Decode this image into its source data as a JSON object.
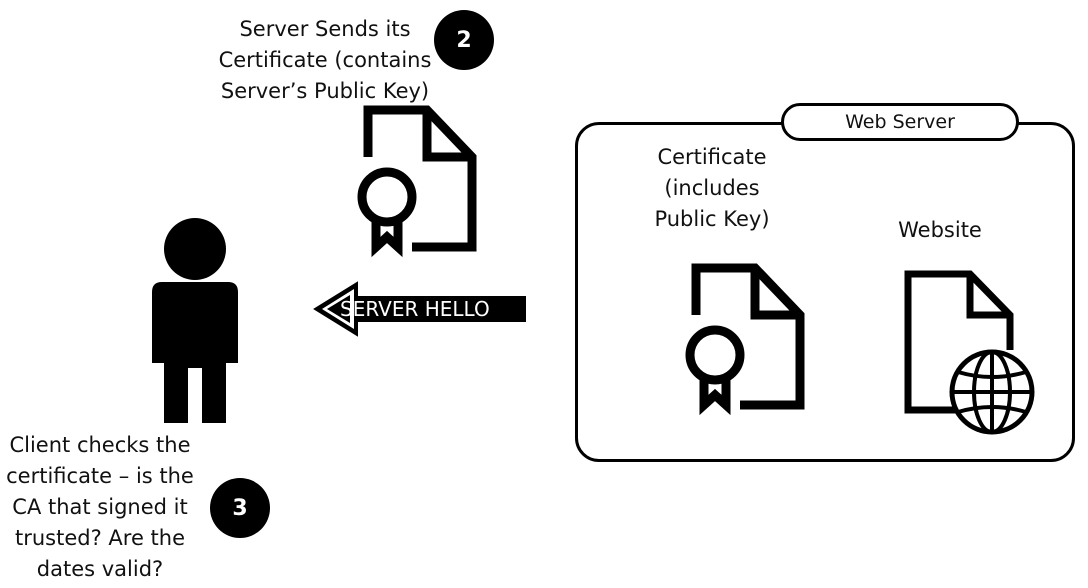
{
  "step2": {
    "number": "2",
    "lines": [
      "Server Sends its",
      "Certificate (contains",
      "Server’s Public Key)"
    ]
  },
  "step3": {
    "number": "3",
    "lines": [
      "Client checks the",
      "certificate – is the",
      "CA that signed it",
      "trusted?  Are the",
      "dates valid?"
    ]
  },
  "arrow": {
    "label": "SERVER HELLO"
  },
  "web_server": {
    "title": "Web Server",
    "certificate_lines": [
      "Certificate",
      "(includes",
      "Public Key)"
    ],
    "website_label": "Website"
  },
  "icons": {
    "client": "person-icon",
    "sent_certificate": "certificate-document-icon",
    "server_certificate": "certificate-document-icon",
    "website": "web-document-globe-icon"
  },
  "colors": {
    "ink": "#000000",
    "background": "#ffffff"
  }
}
